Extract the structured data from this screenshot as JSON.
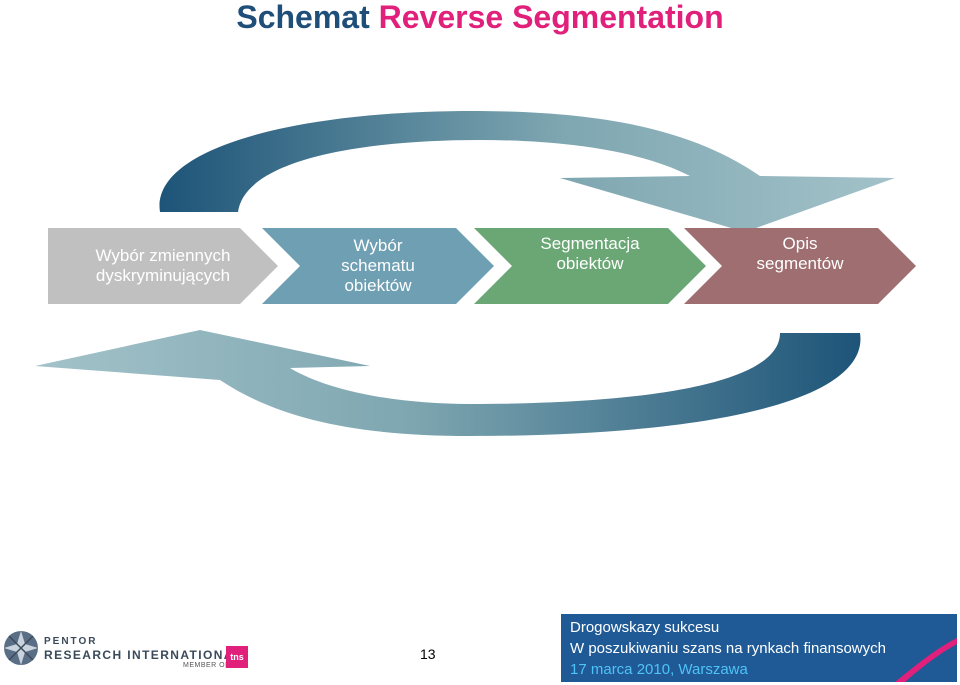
{
  "title": {
    "part1": "Schemat",
    "part2": "Reverse Segmentation"
  },
  "steps": [
    {
      "line1": "Wybór zmiennych",
      "line2": "dyskryminujących",
      "line3": "",
      "color": "#c0c0c0"
    },
    {
      "line1": "Wybór",
      "line2": "schematu",
      "line3": "obiektów",
      "color": "#6f9fb2"
    },
    {
      "line1": "Segmentacja",
      "line2": "obiektów",
      "line3": "",
      "color": "#6aa775"
    },
    {
      "line1": "Opis",
      "line2": "segmentów",
      "line3": "",
      "color": "#9e6e70"
    }
  ],
  "arrows": {
    "dark_color": "#1d5478",
    "light_color": "#7fa7b1"
  },
  "logo": {
    "line1": "PENTOR",
    "line2": "RESEARCH INTERNATIONAL",
    "member": "MEMBER OF",
    "tns": "tns"
  },
  "page_number": "13",
  "footer": {
    "line1": "Drogowskazy sukcesu",
    "line2": "W poszukiwaniu szans na rynkach finansowych",
    "line3": "17 marca 2010, Warszawa",
    "bg_color": "#1f5a96"
  }
}
